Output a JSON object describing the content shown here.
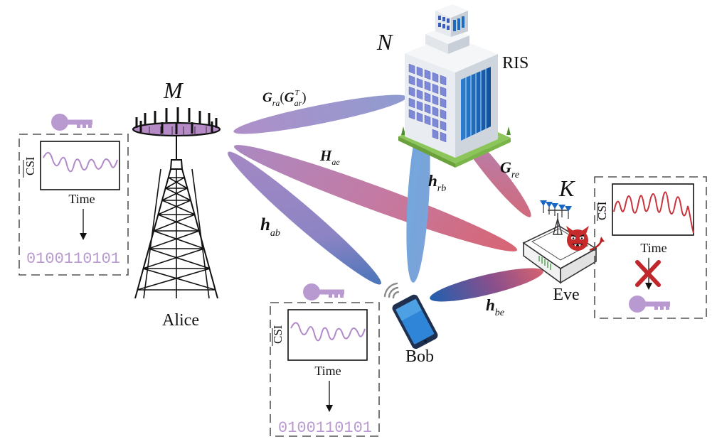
{
  "nodes": {
    "alice": "Alice",
    "bob": "Bob",
    "eve": "Eve",
    "ris": "RIS"
  },
  "counts": {
    "alice_antennas": "M",
    "ris_elements": "N",
    "eve_antennas": "K"
  },
  "channels": {
    "g_ra_base": "G",
    "g_ra_sub": "ra",
    "g_ar_base": "G",
    "g_ar_sub": "ar",
    "g_ar_sup": "T",
    "h_ae_base": "H",
    "h_ae_sub": "ae",
    "h_ab_base": "h",
    "h_ab_sub": "ab",
    "h_rb_base": "h",
    "h_rb_sub": "rb",
    "g_re_base": "G",
    "g_re_sub": "re",
    "h_be_base": "h",
    "h_be_sub": "be"
  },
  "panels": {
    "alice": {
      "ylabel": "CSI",
      "xlabel": "Time",
      "key_bits": "0100110101"
    },
    "bob": {
      "ylabel": "CSI",
      "xlabel": "Time",
      "key_bits": "0100110101"
    },
    "eve": {
      "ylabel": "CSI",
      "xlabel": "Time"
    }
  },
  "colors": {
    "beam_purple": "#a98ac4",
    "beam_red": "#d9636e",
    "beam_blue": "#2f6fb5",
    "beam_lightblue": "#5fa8dc",
    "key_purple": "#b89ad0",
    "eve_curve": "#c8333c",
    "fail_mark": "#c0272d"
  },
  "icons": {
    "key": "key-icon",
    "cross": "cross-icon",
    "tower": "antenna-tower-icon",
    "building": "building-icon",
    "phone": "smartphone-icon",
    "router": "router-icon",
    "devil": "devil-icon",
    "wifi": "wifi-signal-icon"
  }
}
